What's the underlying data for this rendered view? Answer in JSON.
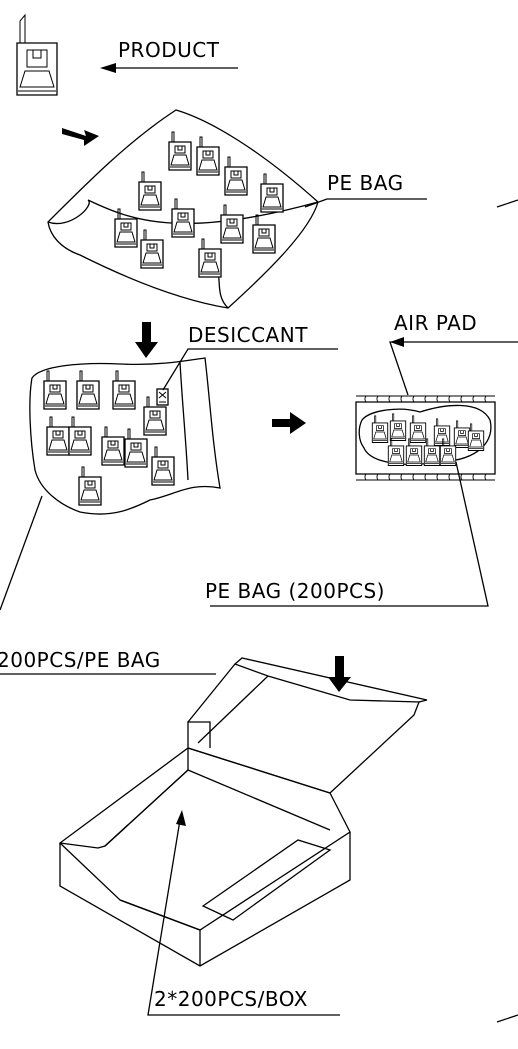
{
  "labels": {
    "product": "PRODUCT",
    "pe_bag": "PE BAG",
    "desiccant": "DESICCANT",
    "air_pad": "AIR PAD",
    "pe_bag_200": "PE BAG (200PCS)",
    "per_bag": "200PCS/PE BAG",
    "per_box": "2*200PCS/BOX"
  },
  "icons": {
    "product": "product-clip-icon",
    "flow_arrow": "arrow-icon",
    "desiccant": "desiccant-pack-icon"
  }
}
